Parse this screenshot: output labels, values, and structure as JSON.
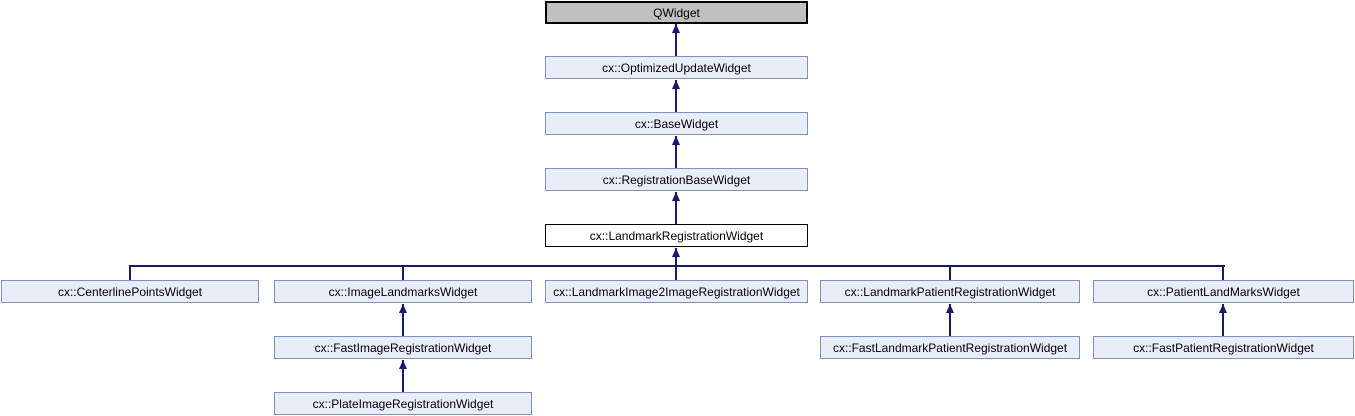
{
  "diagram": {
    "type": "class-inheritance-graph",
    "title": "Inheritance diagram for cx::LandmarkRegistrationWidget",
    "colors": {
      "edge": "#191970",
      "node_fill": "#e8edf7",
      "node_border": "#8090c0",
      "external_node_fill": "#c0c0c0",
      "current_node_fill": "#ffffff",
      "text": "#000000"
    },
    "nodes": [
      {
        "label": "QWidget",
        "kind": "external"
      },
      {
        "label": "cx::OptimizedUpdateWidget",
        "kind": "normal"
      },
      {
        "label": "cx::BaseWidget",
        "kind": "normal"
      },
      {
        "label": "cx::RegistrationBaseWidget",
        "kind": "normal"
      },
      {
        "label": "cx::LandmarkRegistrationWidget",
        "kind": "current"
      },
      {
        "label": "cx::CenterlinePointsWidget",
        "kind": "normal"
      },
      {
        "label": "cx::ImageLandmarksWidget",
        "kind": "normal"
      },
      {
        "label": "cx::LandmarkImage2ImageRegistrationWidget",
        "kind": "normal"
      },
      {
        "label": "cx::LandmarkPatientRegistrationWidget",
        "kind": "normal"
      },
      {
        "label": "cx::PatientLandMarksWidget",
        "kind": "normal"
      },
      {
        "label": "cx::FastImageRegistrationWidget",
        "kind": "normal"
      },
      {
        "label": "cx::FastLandmarkPatientRegistrationWidget",
        "kind": "normal"
      },
      {
        "label": "cx::FastPatientRegistrationWidget",
        "kind": "normal"
      },
      {
        "label": "cx::PlateImageRegistrationWidget",
        "kind": "normal"
      }
    ],
    "edges": [
      {
        "from": "cx::OptimizedUpdateWidget",
        "to": "QWidget"
      },
      {
        "from": "cx::BaseWidget",
        "to": "cx::OptimizedUpdateWidget"
      },
      {
        "from": "cx::RegistrationBaseWidget",
        "to": "cx::BaseWidget"
      },
      {
        "from": "cx::LandmarkRegistrationWidget",
        "to": "cx::RegistrationBaseWidget"
      },
      {
        "from": "cx::CenterlinePointsWidget",
        "to": "cx::LandmarkRegistrationWidget"
      },
      {
        "from": "cx::ImageLandmarksWidget",
        "to": "cx::LandmarkRegistrationWidget"
      },
      {
        "from": "cx::LandmarkImage2ImageRegistrationWidget",
        "to": "cx::LandmarkRegistrationWidget"
      },
      {
        "from": "cx::LandmarkPatientRegistrationWidget",
        "to": "cx::LandmarkRegistrationWidget"
      },
      {
        "from": "cx::PatientLandMarksWidget",
        "to": "cx::LandmarkRegistrationWidget"
      },
      {
        "from": "cx::FastImageRegistrationWidget",
        "to": "cx::ImageLandmarksWidget"
      },
      {
        "from": "cx::PlateImageRegistrationWidget",
        "to": "cx::FastImageRegistrationWidget"
      },
      {
        "from": "cx::FastLandmarkPatientRegistrationWidget",
        "to": "cx::LandmarkPatientRegistrationWidget"
      },
      {
        "from": "cx::FastPatientRegistrationWidget",
        "to": "cx::PatientLandMarksWidget"
      }
    ]
  }
}
